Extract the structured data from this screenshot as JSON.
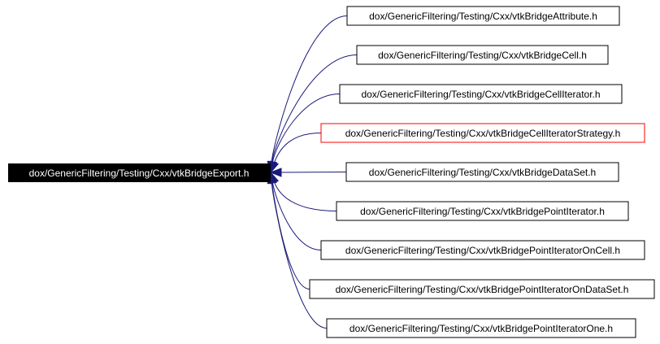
{
  "diagram": {
    "root": {
      "label": "dox/GenericFiltering/Testing/Cxx/vtkBridgeExport.h",
      "fill": "#000000",
      "text_color": "#ffffff"
    },
    "edge_color": "#1a1a7a",
    "dependents": [
      {
        "label": "dox/GenericFiltering/Testing/Cxx/vtkBridgeAttribute.h",
        "border_color": "#000000"
      },
      {
        "label": "dox/GenericFiltering/Testing/Cxx/vtkBridgeCell.h",
        "border_color": "#000000"
      },
      {
        "label": "dox/GenericFiltering/Testing/Cxx/vtkBridgeCellIterator.h",
        "border_color": "#000000"
      },
      {
        "label": "dox/GenericFiltering/Testing/Cxx/vtkBridgeCellIteratorStrategy.h",
        "border_color": "#ff0000"
      },
      {
        "label": "dox/GenericFiltering/Testing/Cxx/vtkBridgeDataSet.h",
        "border_color": "#000000"
      },
      {
        "label": "dox/GenericFiltering/Testing/Cxx/vtkBridgePointIterator.h",
        "border_color": "#000000"
      },
      {
        "label": "dox/GenericFiltering/Testing/Cxx/vtkBridgePointIteratorOnCell.h",
        "border_color": "#000000"
      },
      {
        "label": "dox/GenericFiltering/Testing/Cxx/vtkBridgePointIteratorOnDataSet.h",
        "border_color": "#000000"
      },
      {
        "label": "dox/GenericFiltering/Testing/Cxx/vtkBridgePointIteratorOne.h",
        "border_color": "#000000"
      }
    ]
  }
}
